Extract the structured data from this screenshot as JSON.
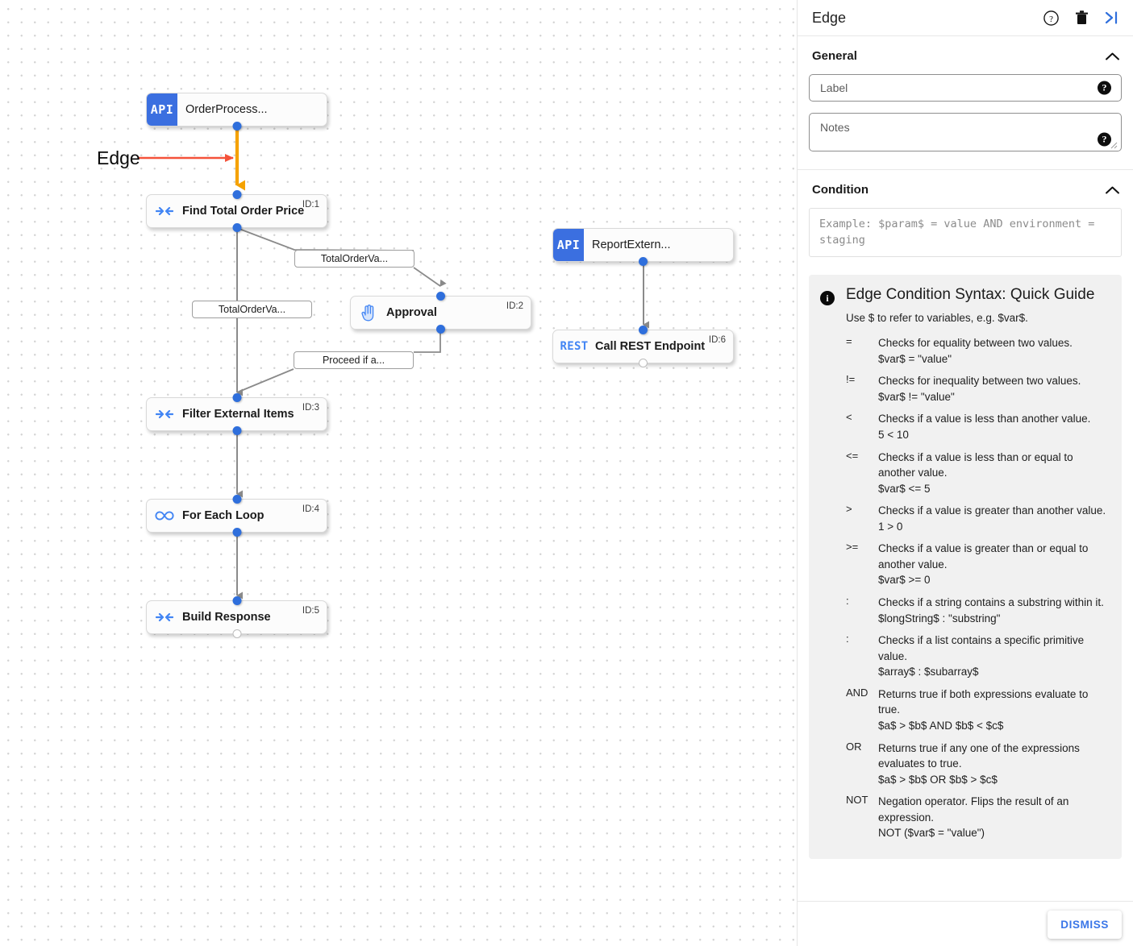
{
  "canvas": {
    "annotation": {
      "label": "Edge",
      "arrow_color": "#f4523a"
    },
    "highlight_edge_color": "#f5a200",
    "nodes": [
      {
        "id": "n0",
        "title": "OrderProcess...",
        "badge": "API",
        "icon": "api-badge-icon",
        "id_label": ""
      },
      {
        "id": "n1",
        "title": "Find Total Order Price",
        "icon": "collapse-arrows-icon",
        "id_label": "ID:1"
      },
      {
        "id": "n2",
        "title": "Approval",
        "icon": "hand-raised-icon",
        "id_label": "ID:2"
      },
      {
        "id": "n3",
        "title": "Filter External Items",
        "icon": "collapse-arrows-icon",
        "id_label": "ID:3"
      },
      {
        "id": "n4",
        "title": "For Each Loop",
        "icon": "infinity-icon",
        "id_label": "ID:4"
      },
      {
        "id": "n5",
        "title": "Build Response",
        "icon": "collapse-arrows-icon",
        "id_label": "ID:5"
      },
      {
        "id": "n6",
        "title": "ReportExtern...",
        "badge": "API",
        "icon": "api-badge-icon",
        "id_label": ""
      },
      {
        "id": "n7",
        "title": "Call REST Endpoint",
        "badge": "REST",
        "icon": "rest-badge-icon",
        "id_label": "ID:6"
      }
    ],
    "edge_labels": [
      {
        "text": "TotalOrderVa..."
      },
      {
        "text": "TotalOrderVa..."
      },
      {
        "text": "Proceed if a..."
      }
    ]
  },
  "panel": {
    "title": "Edge",
    "header_icons": [
      {
        "name": "help-circle-icon",
        "glyph": "?"
      },
      {
        "name": "delete-trash-icon",
        "glyph": "trash"
      },
      {
        "name": "collapse-panel-icon",
        "glyph": ">|"
      }
    ],
    "general": {
      "section_title": "General",
      "collapse_state": "expanded",
      "label_field": {
        "placeholder": "Label",
        "value": ""
      },
      "notes_field": {
        "placeholder": "Notes",
        "value": ""
      }
    },
    "condition": {
      "section_title": "Condition",
      "collapse_state": "expanded",
      "placeholder": "Example: $param$ = value AND environment = staging",
      "value": ""
    },
    "guide": {
      "title": "Edge Condition Syntax: Quick Guide",
      "subtitle": "Use $ to refer to variables, e.g. $var$.",
      "operators": [
        {
          "key": "=",
          "desc": "Checks for equality between two values.",
          "example": "$var$ = \"value\""
        },
        {
          "key": "!=",
          "desc": "Checks for inequality between two values.",
          "example": "$var$ != \"value\""
        },
        {
          "key": "<",
          "desc": "Checks if a value is less than another value.",
          "example": "5 < 10"
        },
        {
          "key": "<=",
          "desc": "Checks if a value is less than or equal to another value.",
          "example": "$var$ <= 5"
        },
        {
          "key": ">",
          "desc": "Checks if a value is greater than another value.",
          "example": "1 > 0"
        },
        {
          "key": ">=",
          "desc": "Checks if a value is greater than or equal to another value.",
          "example": "$var$ >= 0"
        },
        {
          "key": ":",
          "desc": "Checks if a string contains a substring within it.",
          "example": "$longString$ : \"substring\""
        },
        {
          "key": ":",
          "desc": "Checks if a list contains a specific primitive value.",
          "example": "$array$ : $subarray$"
        },
        {
          "key": "AND",
          "desc": "Returns true if both expressions evaluate to true.",
          "example": "$a$ > $b$ AND $b$ < $c$"
        },
        {
          "key": "OR",
          "desc": "Returns true if any one of the expressions evaluates to true.",
          "example": "$a$ > $b$ OR $b$ > $c$"
        },
        {
          "key": "NOT",
          "desc": "Negation operator. Flips the result of an expression.",
          "example": "NOT ($var$ = \"value\")"
        }
      ]
    },
    "footer": {
      "dismiss_label": "DISMISS"
    }
  }
}
